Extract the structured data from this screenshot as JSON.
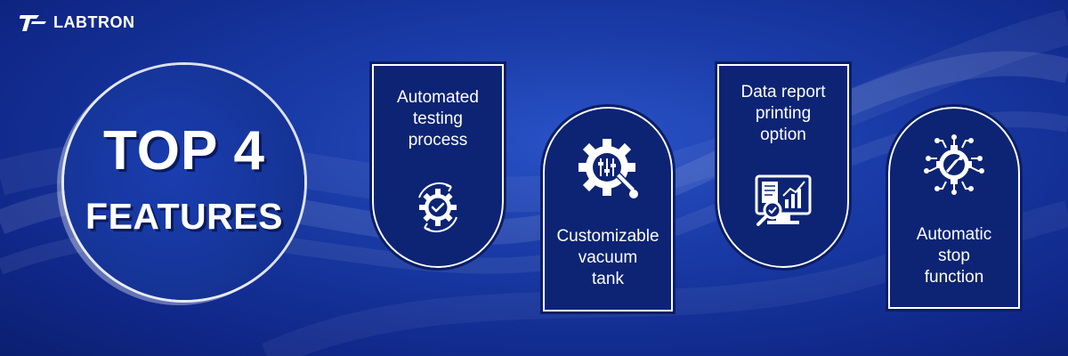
{
  "brand": {
    "name": "LABTRON",
    "logo_icon": "labtron-logo-icon"
  },
  "headline": {
    "line1": "TOP 4",
    "line2": "FEATURES"
  },
  "features": [
    {
      "lines": [
        "Automated",
        "testing",
        "process"
      ],
      "icon": "automated-gear-check-icon"
    },
    {
      "lines": [
        "Customizable",
        "vacuum",
        "tank"
      ],
      "icon": "gear-wrench-sliders-icon"
    },
    {
      "lines": [
        "Data report",
        "printing",
        "option"
      ],
      "icon": "monitor-report-icon"
    },
    {
      "lines": [
        "Automatic",
        "stop",
        "function"
      ],
      "icon": "circuit-gear-wrench-icon"
    }
  ],
  "colors": {
    "background": "#1a3ca8",
    "card": "#0d2474",
    "border": "#ffffff",
    "text": "#ffffff"
  }
}
